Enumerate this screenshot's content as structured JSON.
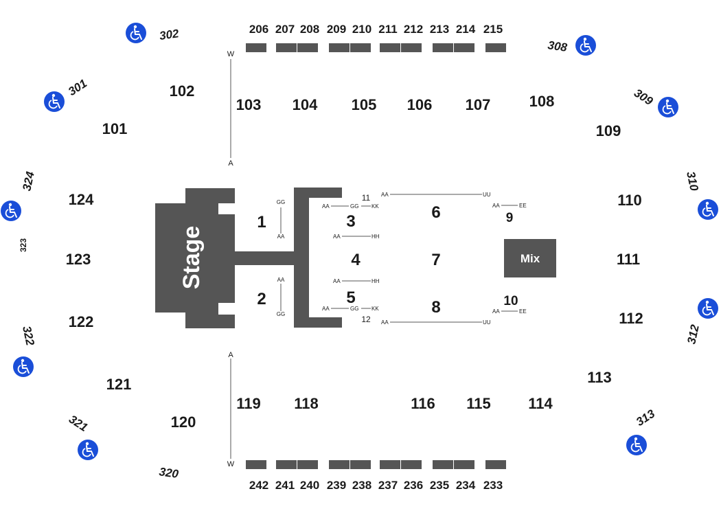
{
  "stage": {
    "label": "Stage"
  },
  "mix": {
    "label": "Mix"
  },
  "floor_sections": {
    "s1": "1",
    "s2": "2",
    "s3": "3",
    "s4": "4",
    "s5": "5",
    "s6": "6",
    "s7": "7",
    "s8": "8",
    "s9": "9",
    "s10": "10",
    "s11": "11",
    "s12": "12"
  },
  "row_labels": {
    "aa": "AA",
    "gg": "GG",
    "kk": "KK",
    "hh": "HH",
    "uu": "UU",
    "ee": "EE"
  },
  "aisle_marks": {
    "w": "W",
    "a": "A"
  },
  "lower_sections": {
    "s101": "101",
    "s102": "102",
    "s103": "103",
    "s104": "104",
    "s105": "105",
    "s106": "106",
    "s107": "107",
    "s108": "108",
    "s109": "109",
    "s110": "110",
    "s111": "111",
    "s112": "112",
    "s113": "113",
    "s114": "114",
    "s115": "115",
    "s116": "116",
    "s118": "118",
    "s119": "119",
    "s120": "120",
    "s121": "121",
    "s122": "122",
    "s123": "123",
    "s124": "124"
  },
  "upper_top": [
    "206",
    "207",
    "208",
    "209",
    "210",
    "211",
    "212",
    "213",
    "214",
    "215"
  ],
  "upper_bottom": [
    "242",
    "241",
    "240",
    "239",
    "238",
    "237",
    "236",
    "235",
    "234",
    "233"
  ],
  "upper_300": {
    "s301": "301",
    "s302": "302",
    "s308": "308",
    "s309": "309",
    "s310": "310",
    "s312": "312",
    "s313": "313",
    "s320": "320",
    "s321": "321",
    "s322": "322",
    "s323": "323",
    "s324": "324"
  },
  "accessibility_icon": "wheelchair-icon",
  "colors": {
    "block": "#555555",
    "accessible": "#1a4ed8"
  }
}
